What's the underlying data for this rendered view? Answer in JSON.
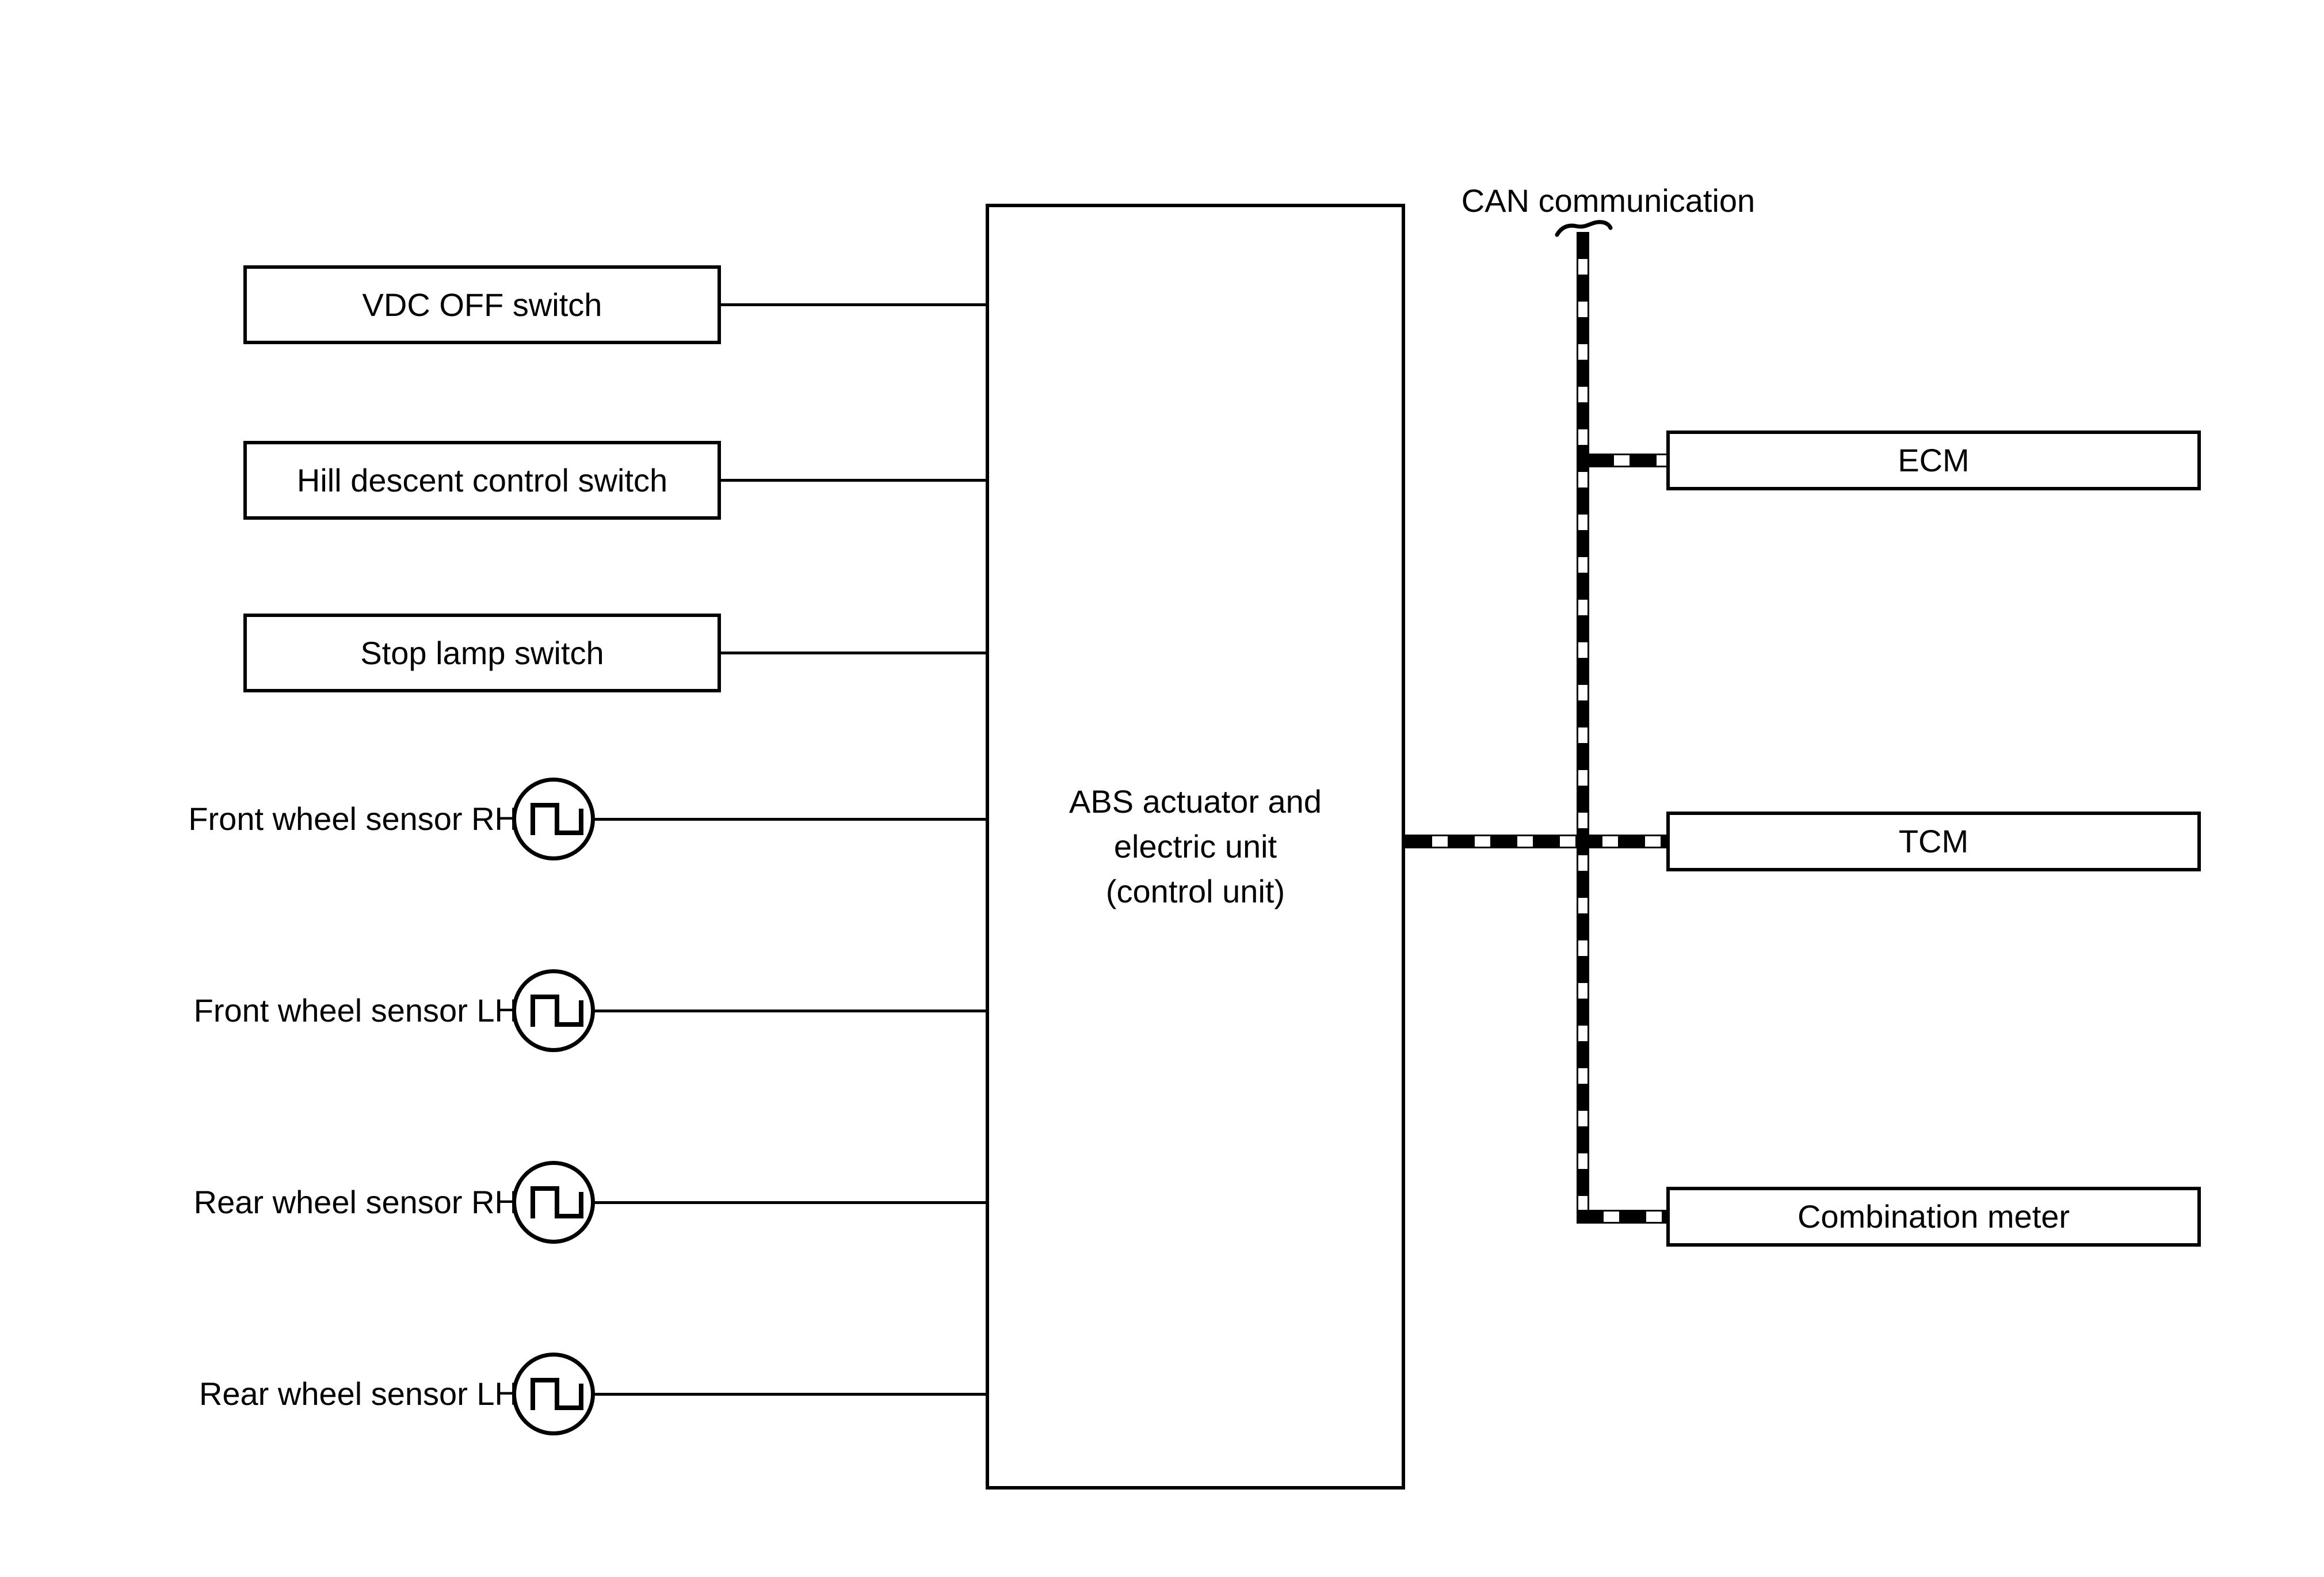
{
  "diagram": {
    "colors": {
      "background": "#ffffff",
      "ink": "#000000"
    },
    "switch_inputs": [
      {
        "label": "VDC OFF switch"
      },
      {
        "label": "Hill descent control switch"
      },
      {
        "label": "Stop lamp switch"
      }
    ],
    "wheel_sensors": [
      {
        "label": "Front wheel sensor RH"
      },
      {
        "label": "Front wheel sensor LH"
      },
      {
        "label": "Rear wheel sensor RH"
      },
      {
        "label": "Rear wheel sensor LH"
      }
    ],
    "control_unit": {
      "line1": "ABS actuator and",
      "line2": "electric unit",
      "line3": "(control unit)"
    },
    "can_bus": {
      "label": "CAN communication",
      "nodes": [
        {
          "label": "ECM"
        },
        {
          "label": "TCM"
        },
        {
          "label": "Combination meter"
        }
      ]
    },
    "icons": {
      "sensor_symbol": "pulse-wave-icon",
      "can_label_marker": "curve-tick-icon"
    }
  }
}
